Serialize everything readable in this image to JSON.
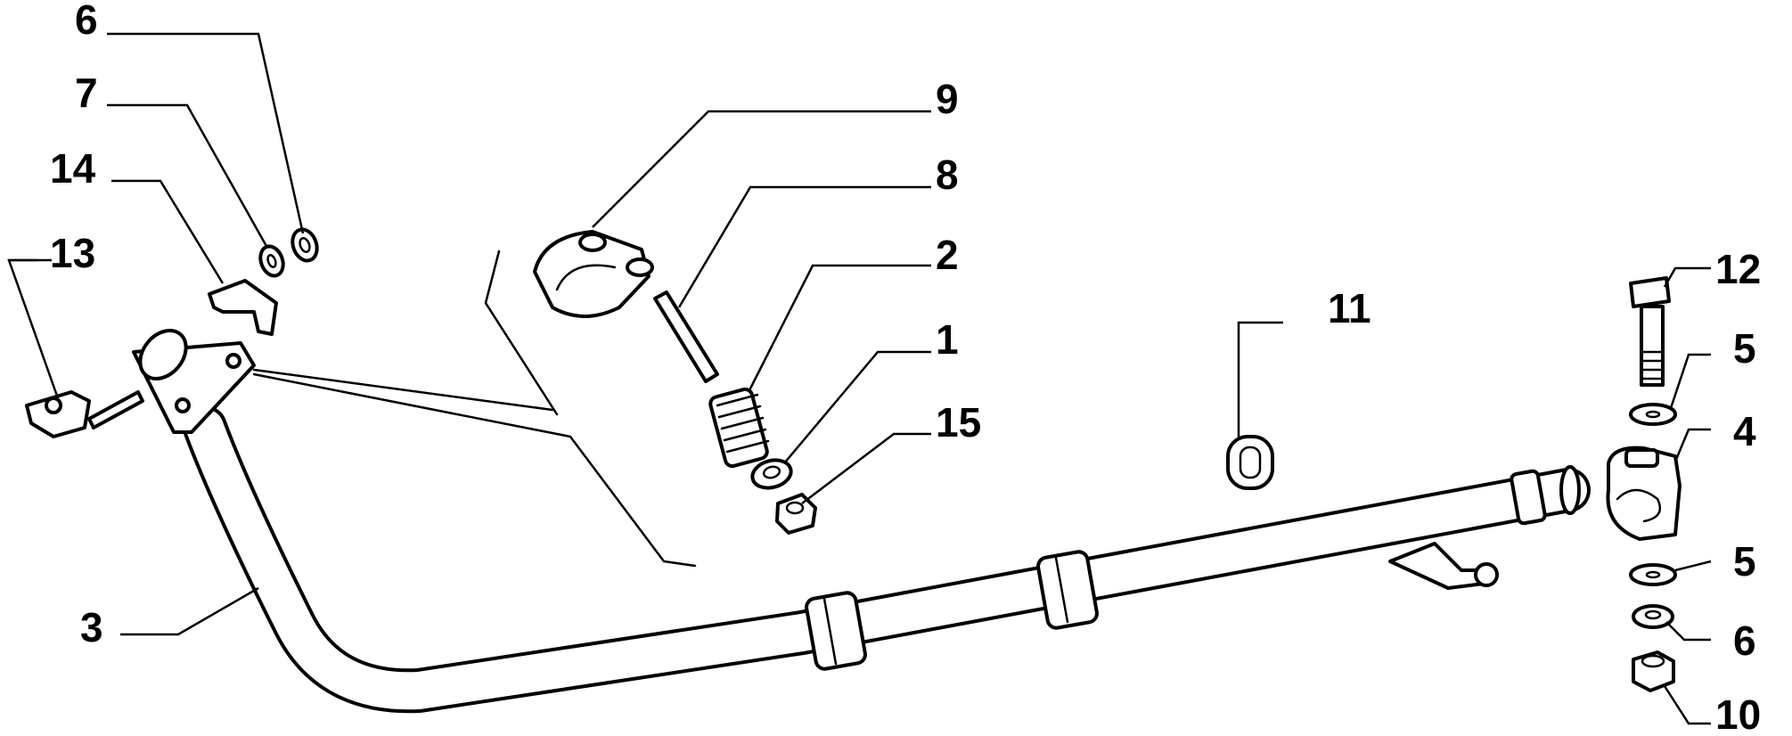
{
  "diagram": {
    "callouts": {
      "c6a": "6",
      "c7": "7",
      "c14": "14",
      "c13": "13",
      "c9": "9",
      "c8": "8",
      "c2": "2",
      "c1": "1",
      "c15": "15",
      "c11": "11",
      "c12": "12",
      "c5a": "5",
      "c4": "4",
      "c5b": "5",
      "c6b": "6",
      "c10": "10",
      "c3": "3"
    }
  }
}
